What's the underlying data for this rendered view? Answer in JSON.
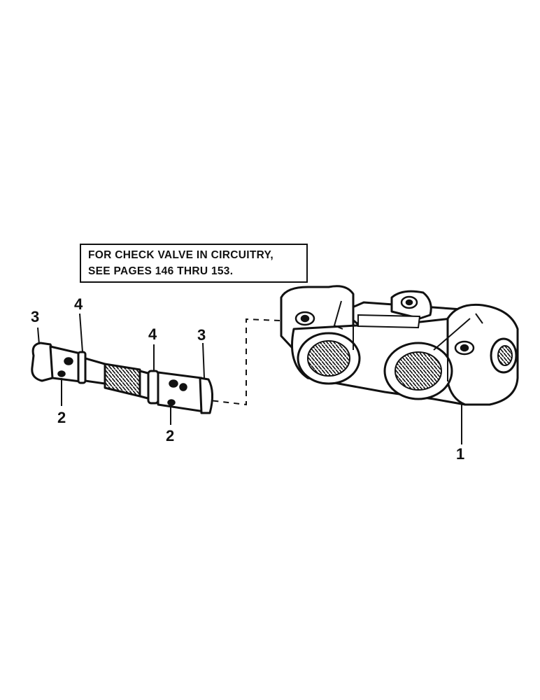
{
  "note": {
    "line1": "FOR CHECK VALVE IN CIRCUITRY,",
    "line2": "SEE PAGES 146 THRU 153."
  },
  "callouts": {
    "c1": "1",
    "c2a": "2",
    "c2b": "2",
    "c3a": "3",
    "c3b": "3",
    "c4a": "4",
    "c4b": "4"
  }
}
